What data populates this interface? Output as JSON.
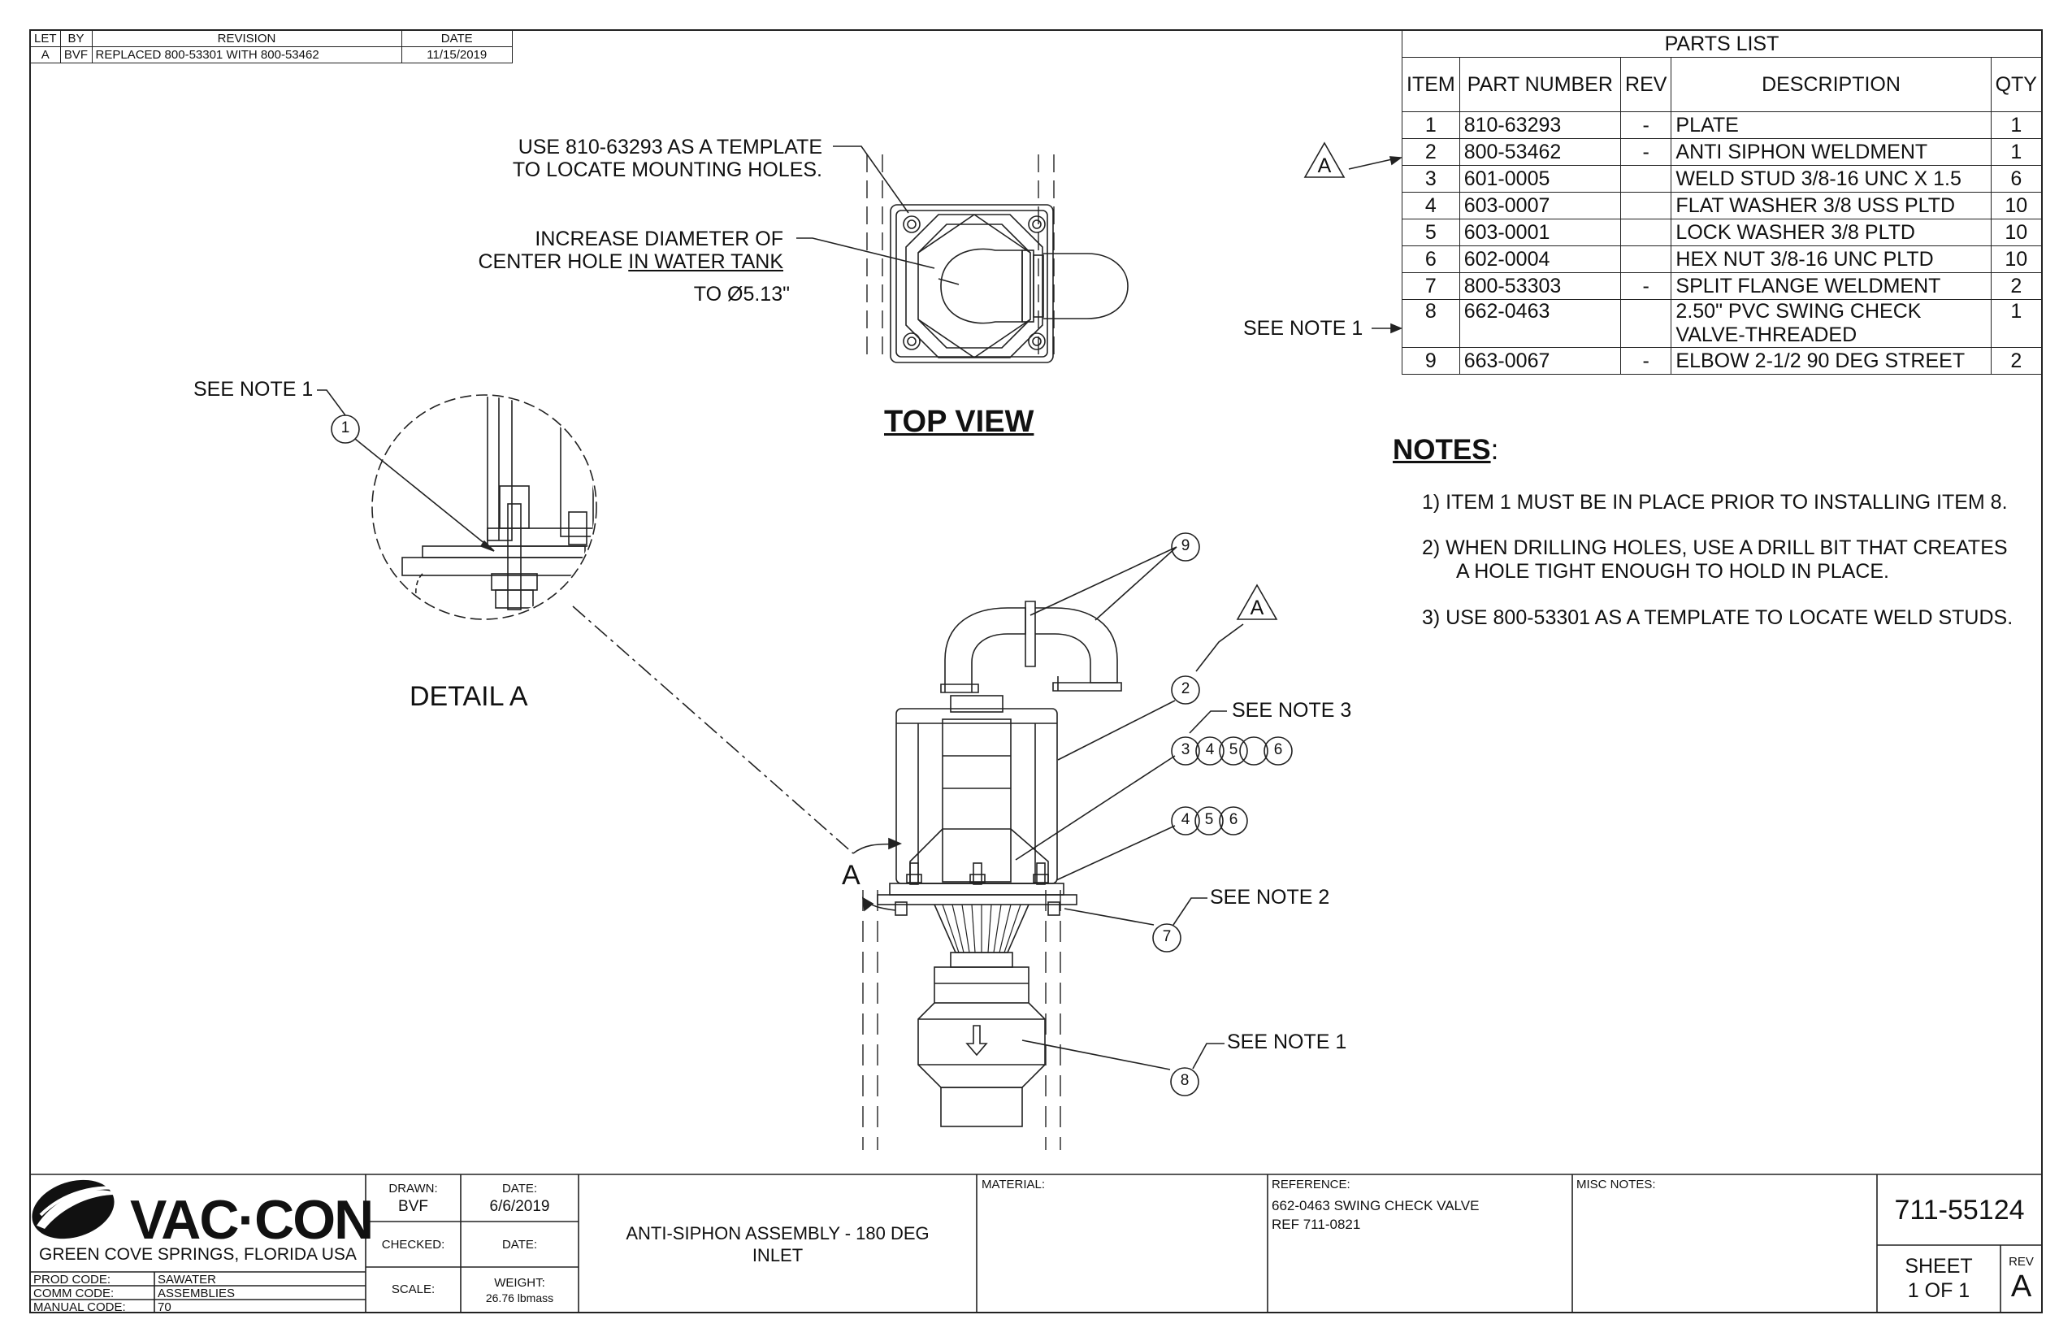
{
  "revision_block": {
    "headers": [
      "LET",
      "BY",
      "REVISION",
      "DATE"
    ],
    "rows": [
      [
        "A",
        "BVF",
        "REPLACED 800-53301 WITH 800-53462",
        "11/15/2019"
      ]
    ]
  },
  "parts_list": {
    "title": "PARTS LIST",
    "headers": [
      "ITEM",
      "PART NUMBER",
      "REV",
      "DESCRIPTION",
      "QTY"
    ],
    "rows": [
      {
        "item": "1",
        "part": "810-63293",
        "rev": "-",
        "desc": "PLATE",
        "desc2": "",
        "qty": "1"
      },
      {
        "item": "2",
        "part": "800-53462",
        "rev": "-",
        "desc": "ANTI SIPHON WELDMENT",
        "desc2": "",
        "qty": "1"
      },
      {
        "item": "3",
        "part": "601-0005",
        "rev": "",
        "desc": "WELD STUD 3/8-16 UNC X 1.5",
        "desc2": "",
        "qty": "6"
      },
      {
        "item": "4",
        "part": "603-0007",
        "rev": "",
        "desc": "FLAT WASHER 3/8 USS PLTD",
        "desc2": "",
        "qty": "10"
      },
      {
        "item": "5",
        "part": "603-0001",
        "rev": "",
        "desc": "LOCK WASHER 3/8 PLTD",
        "desc2": "",
        "qty": "10"
      },
      {
        "item": "6",
        "part": "602-0004",
        "rev": "",
        "desc": "HEX NUT 3/8-16 UNC PLTD",
        "desc2": "",
        "qty": "10"
      },
      {
        "item": "7",
        "part": "800-53303",
        "rev": "-",
        "desc": "SPLIT FLANGE WELDMENT",
        "desc2": "",
        "qty": "2"
      },
      {
        "item": "8",
        "part": "662-0463",
        "rev": "",
        "desc": "2.50\" PVC SWING CHECK",
        "desc2": "VALVE-THREADED",
        "qty": "1"
      },
      {
        "item": "9",
        "part": "663-0067",
        "rev": "-",
        "desc": "ELBOW 2-1/2 90 DEG STREET",
        "desc2": "",
        "qty": "2"
      }
    ]
  },
  "rev_triangle_letter": "A",
  "see_note_1": "SEE NOTE 1",
  "see_note_2": "SEE NOTE 2",
  "see_note_3": "SEE NOTE 3",
  "top_view": {
    "template_note_1": "USE 810-63293 AS A TEMPLATE",
    "template_note_2": "TO LOCATE MOUNTING HOLES.",
    "diameter_note_1": "INCREASE DIAMETER OF",
    "diameter_note_2a": "CENTER HOLE ",
    "diameter_note_2b": "IN WATER TANK",
    "diameter_note_3": "TO Ø5.13\"",
    "title": "TOP VIEW"
  },
  "detail": {
    "title": "DETAIL  A",
    "section_letter": "A",
    "balloon": "1"
  },
  "balloons": {
    "b9": "9",
    "b2": "2",
    "b3": "3",
    "b4": "4",
    "b5": "5",
    "b6": "6",
    "b4b": "4",
    "b5b": "5",
    "b6b": "6",
    "b7": "7",
    "b8": "8"
  },
  "notes": {
    "heading": "NOTES",
    "colon": ":",
    "n1": "1)   ITEM 1 MUST BE IN PLACE PRIOR TO INSTALLING ITEM 8.",
    "n2a": "2)  WHEN DRILLING HOLES, USE A DRILL BIT THAT CREATES",
    "n2b": "A HOLE TIGHT ENOUGH TO HOLD IN PLACE.",
    "n3": "3)  USE 800-53301 AS A TEMPLATE TO LOCATE WELD STUDS."
  },
  "title_block": {
    "company": "VAC·CON",
    "location": "GREEN COVE SPRINGS, FLORIDA USA",
    "prod_code_label": "PROD CODE:",
    "prod_code": "SAWATER",
    "comm_code_label": "COMM CODE:",
    "comm_code": "ASSEMBLIES",
    "manual_code_label": "MANUAL CODE:",
    "manual_code": "70",
    "drawn_label": "DRAWN:",
    "drawn_by": "BVF",
    "date_label": "DATE:",
    "date": "6/6/2019",
    "checked_label": "CHECKED:",
    "date2_label": "DATE:",
    "scale_label": "SCALE:",
    "weight_label": "WEIGHT:",
    "weight": "26.76 lbmass",
    "title_1": "ANTI-SIPHON ASSEMBLY - 180 DEG",
    "title_2": "INLET",
    "material_label": "MATERIAL:",
    "reference_label": "REFERENCE:",
    "reference_1": "662-0463 SWING CHECK VALVE",
    "reference_2": "REF 711-0821",
    "misc_label": "MISC NOTES:",
    "drawing_number": "711-55124",
    "sheet_label": "SHEET",
    "sheet_value": "1  OF 1",
    "rev_label": "REV",
    "rev_value": "A"
  }
}
